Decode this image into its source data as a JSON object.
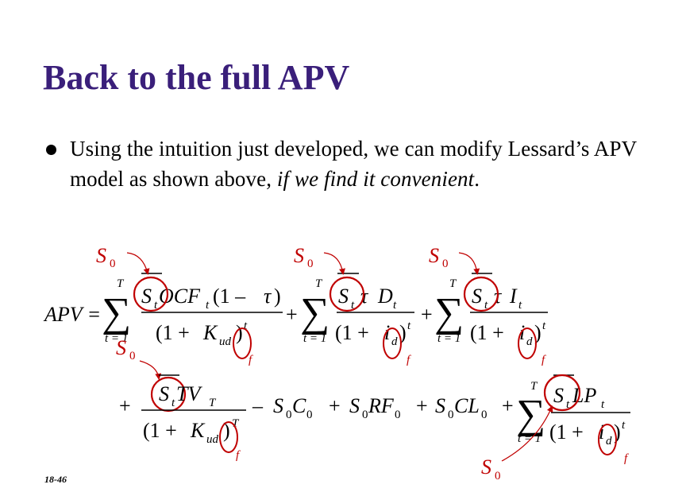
{
  "slide": {
    "title": "Back to the full APV",
    "bullet": {
      "part1": "Using the intuition just developed, we can modify Lessard’s APV model as shown above, ",
      "italic": "if we find it convenient",
      "part2": "."
    },
    "slide_number": "18-46"
  },
  "equation": {
    "lhs": "APV =",
    "minus": "–",
    "plus": "+",
    "minus_paren": "(1 –",
    "tau": "τ",
    "close_paren": ")",
    "sum_upper": "T",
    "sum_lower": "t = 1",
    "sum_glyph": "∑",
    "S": "S",
    "sub_0": "0",
    "sub_t": "t",
    "sub_d": "d",
    "sub_ud": "ud",
    "exp_t": "t",
    "exp_T": "T",
    "sub_T": "T",
    "f": "f",
    "OCF": "OCF",
    "D": "D",
    "I": "I",
    "TV": "TV",
    "LP": "LP",
    "C": "C",
    "RF": "RF",
    "CL": "CL",
    "one_plus": "(1 +",
    "K": "K",
    "i": "i",
    "plus_between": "+",
    "annotation_label": "S",
    "colors": {
      "accent": "#c00000",
      "title": "#3a1f7a"
    }
  }
}
